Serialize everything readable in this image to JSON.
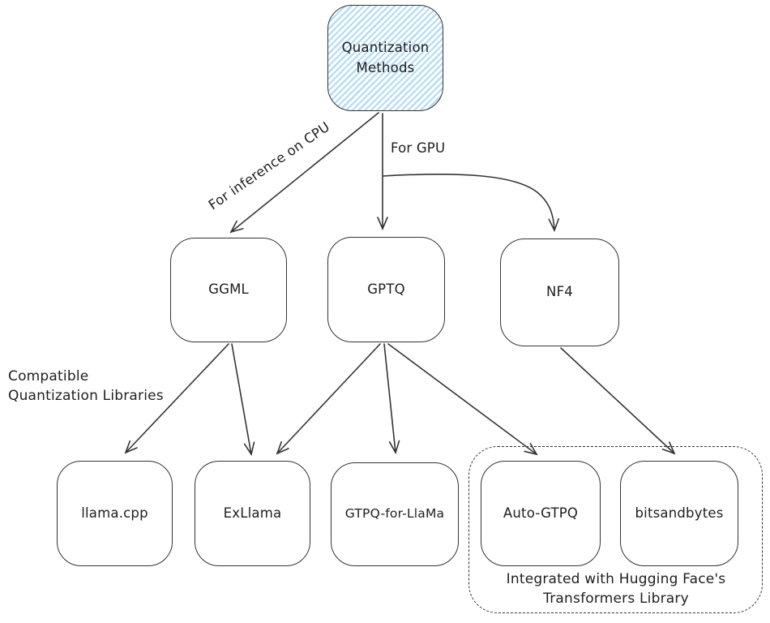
{
  "colors": {
    "stroke": "#343434",
    "text": "#1e1e1e",
    "hatch": "#b3dcf5",
    "bg": "#ffffff"
  },
  "nodes": {
    "quantization_methods": {
      "label": "Quantization\nMethods"
    },
    "ggml": {
      "label": "GGML"
    },
    "gptq": {
      "label": "GPTQ"
    },
    "nf4": {
      "label": "NF4"
    },
    "llama_cpp": {
      "label": "llama.cpp"
    },
    "exllama": {
      "label": "ExLlama"
    },
    "gtpq_for_llama": {
      "label": "GTPQ-for-LlaMa"
    },
    "auto_gtpq": {
      "label": "Auto-GTPQ"
    },
    "bitsandbytes": {
      "label": "bitsandbytes"
    }
  },
  "edges": [
    {
      "from": "quantization_methods",
      "to": "ggml",
      "label": "For inference on CPU"
    },
    {
      "from": "quantization_methods",
      "to": "gptq",
      "label": "For GPU"
    },
    {
      "from": "quantization_methods",
      "to": "nf4",
      "label": ""
    },
    {
      "from": "ggml",
      "to": "llama_cpp",
      "label": ""
    },
    {
      "from": "ggml",
      "to": "exllama",
      "label": ""
    },
    {
      "from": "gptq",
      "to": "exllama",
      "label": ""
    },
    {
      "from": "gptq",
      "to": "gtpq_for_llama",
      "label": ""
    },
    {
      "from": "gptq",
      "to": "auto_gtpq",
      "label": ""
    },
    {
      "from": "nf4",
      "to": "bitsandbytes",
      "label": ""
    }
  ],
  "annotations": {
    "compatible_libraries": "Compatible\nQuantization Libraries",
    "huggingface_integration": "Integrated with Hugging Face's\nTransformers Library"
  }
}
